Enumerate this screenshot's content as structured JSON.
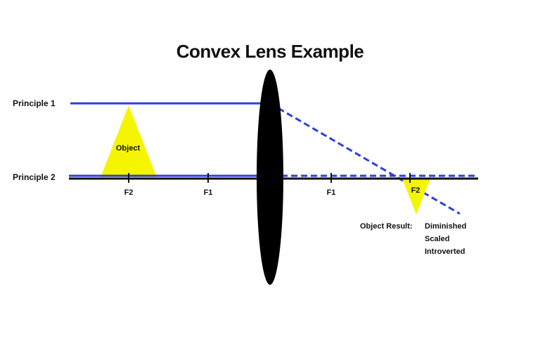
{
  "title": "Convex Lens Example",
  "rays": {
    "principle_1_label": "Principle 1",
    "principle_2_label": "Principle 2"
  },
  "object": {
    "label": "Object"
  },
  "image": {
    "label": "F2"
  },
  "axis": {
    "left_f2": "F2",
    "left_f1": "F1",
    "right_f1": "F1"
  },
  "result": {
    "label": "Object Result:",
    "line_1": "Diminished",
    "line_2": "Scaled",
    "line_3": "Introverted"
  },
  "colors": {
    "ray": "#2a3fe0",
    "object_fill": "#f5f500",
    "lens": "#000000",
    "axis": "#111111"
  }
}
